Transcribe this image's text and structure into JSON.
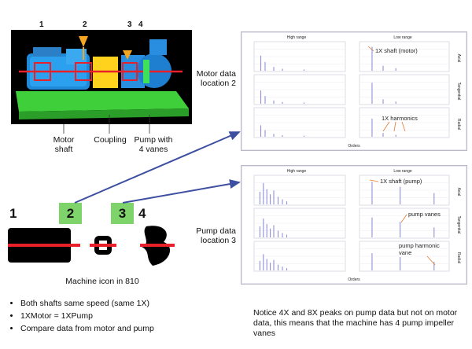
{
  "photo": {
    "numbers": [
      "1",
      "2",
      "3",
      "4"
    ],
    "callouts": {
      "motor_shaft": [
        "Motor",
        "shaft"
      ],
      "coupling": "Coupling",
      "pump": [
        "Pump with",
        "4 vanes"
      ]
    }
  },
  "machine_icon": {
    "labels": [
      "1",
      "2",
      "3",
      "4"
    ],
    "caption": "Machine icon in 810"
  },
  "panels": [
    {
      "side_label": [
        "Motor data",
        "location 2"
      ],
      "header_left": "High range",
      "header_right": "Low range",
      "row_labels": [
        "Axial",
        "Tangential",
        "Radial"
      ],
      "xlabel": "Orders",
      "annotations": [
        "1X shaft (motor)",
        "1X harmonics"
      ]
    },
    {
      "side_label": [
        "Pump data",
        "location 3"
      ],
      "header_left": "High range",
      "header_right": "Low range",
      "row_labels": [
        "Axial",
        "Tangential",
        "Radial"
      ],
      "xlabel": "Orders",
      "annotations": [
        "1X shaft (pump)",
        "pump vanes",
        "pump harmonic",
        "vane"
      ]
    }
  ],
  "bullets": [
    "Both shafts same speed (same 1X)",
    "1XMotor = 1XPump",
    "Compare data from motor and pump"
  ],
  "note": "Notice 4X and 8X peaks on pump data but not on motor data, this means that the machine has 4 pump impeller vanes",
  "colors": {
    "accent_green": "#7ed36b",
    "shaft_red": "#e8202a",
    "arrow_blue": "#3d4fa0",
    "marker_orange": "#f5a623",
    "spectrum": "#8f8fd8"
  }
}
